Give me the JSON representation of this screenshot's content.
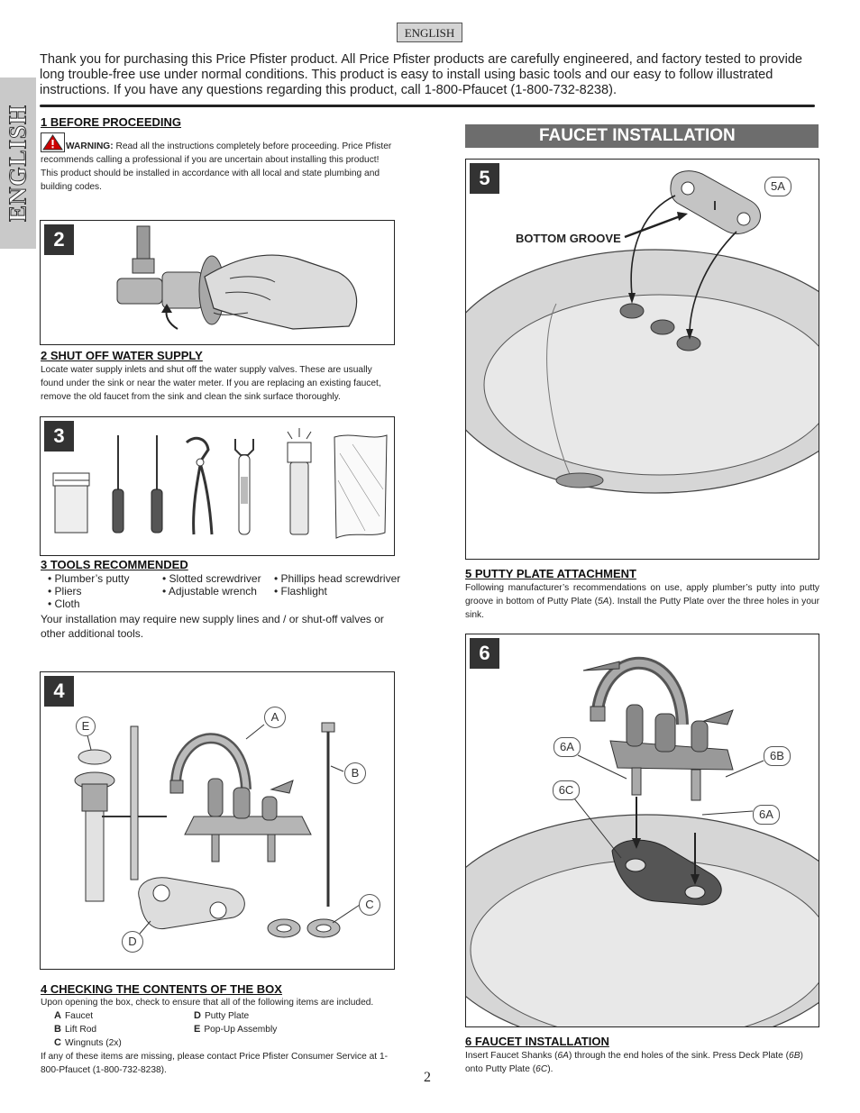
{
  "header": {
    "language_label": "ENGLISH",
    "side_tab_label": "ENGLISH",
    "intro": "Thank you for purchasing this Price Pfister product.  All Price Pfister products are carefully engineered, and factory tested to provide long trouble-free use under normal conditions.  This product is easy to install using basic tools and our easy to follow illustrated instructions.  If you have any questions regarding this product, call 1-800-Pfaucet (1-800-732-8238)."
  },
  "sec1": {
    "title": "1   BEFORE PROCEEDING",
    "warning_label": "WARNING:",
    "warning_text": " Read all the instructions completely before proceeding. Price Pfister recommends calling a professional if you are uncertain about installing this product! This product should be installed in accordance with all local and state plumbing and building codes."
  },
  "fig2": {
    "number": "2"
  },
  "sec2": {
    "title": "2   SHUT OFF WATER SUPPLY",
    "text": "Locate water supply inlets and shut off the water supply valves.  These are usually found under the sink or near the water meter.  If you are replacing an existing faucet, remove the old faucet from the sink and clean the sink surface thoroughly."
  },
  "fig3": {
    "number": "3"
  },
  "sec3": {
    "title": "3   TOOLS RECOMMENDED",
    "tools": [
      "• Plumber’s putty",
      "• Slotted screwdriver",
      "• Phillips head screwdriver",
      "• Pliers",
      "• Adjustable wrench",
      "• Flashlight",
      "• Cloth"
    ],
    "note": "Your installation may require new supply lines and / or shut-off valves or other additional tools."
  },
  "fig4": {
    "number": "4",
    "labels": {
      "a": "A",
      "b": "B",
      "c": "C",
      "d": "D",
      "e": "E"
    }
  },
  "sec4": {
    "title": "4   CHECKING THE CONTENTS OF THE BOX",
    "intro": "Upon opening the box, check to ensure that all of the following items are included.",
    "items": [
      {
        "letter": "A",
        "name": "Faucet"
      },
      {
        "letter": "D",
        "name": "Putty Plate"
      },
      {
        "letter": "B",
        "name": "Lift Rod"
      },
      {
        "letter": "E",
        "name": "Pop-Up Assembly"
      },
      {
        "letter": "C",
        "name": "Wingnuts (2x)"
      }
    ],
    "footer": "If any of these items are missing, please contact Price Pfister Consumer Service at 1-800-Pfaucet (1-800-732-8238)."
  },
  "right": {
    "band_title": "FAUCET INSTALLATION"
  },
  "fig5": {
    "number": "5",
    "label_5a": "5A",
    "groove_label": "BOTTOM GROOVE"
  },
  "sec5": {
    "title": "5  PUTTY PLATE ATTACHMENT",
    "text_a": "Following manufacturer’s recommendations on use, apply plumber’s putty into putty groove in bottom of Putty Plate (",
    "ref": "5A",
    "text_b": "). Install the Putty Plate over the three holes in your sink."
  },
  "fig6": {
    "number": "6",
    "label_6a_top": "6A",
    "label_6b": "6B",
    "label_6c": "6C",
    "label_6a_right": "6A"
  },
  "sec6": {
    "title": "6  FAUCET INSTALLATION",
    "text_a": "Insert Faucet Shanks (",
    "ref_a": "6A",
    "text_b": ") through the end holes of the sink. Press Deck Plate (",
    "ref_b": "6B",
    "text_c": ") onto Putty Plate (",
    "ref_c": "6C",
    "text_d": ")."
  },
  "footer": {
    "page_number": "2"
  }
}
